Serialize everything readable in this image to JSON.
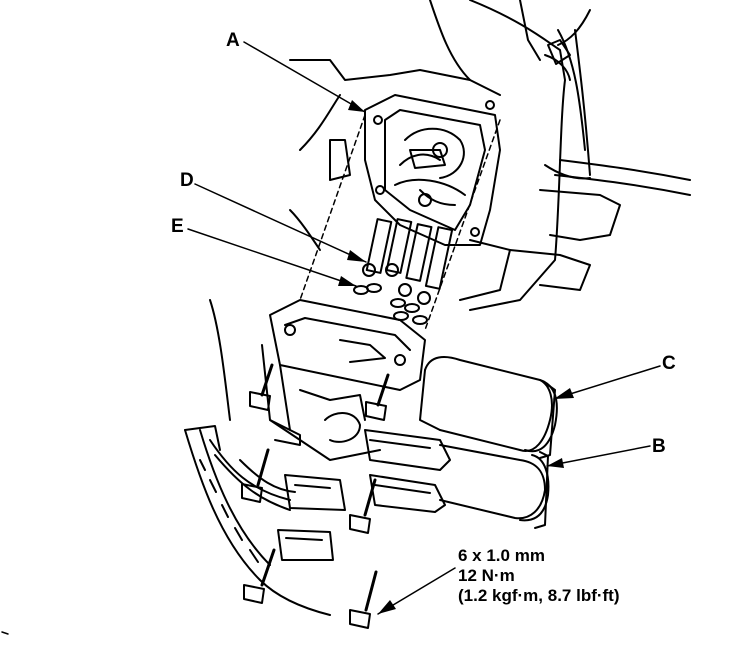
{
  "callouts": {
    "a": "A",
    "b": "B",
    "c": "C",
    "d": "D",
    "e": "E"
  },
  "torque_spec": {
    "bolt_size": "6 x 1.0 mm",
    "torque_nm": "12 N·m",
    "torque_alt": "(1.2 kgf·m, 8.7 lbf·ft)"
  },
  "colors": {
    "line": "#000000",
    "background": "#ffffff"
  }
}
